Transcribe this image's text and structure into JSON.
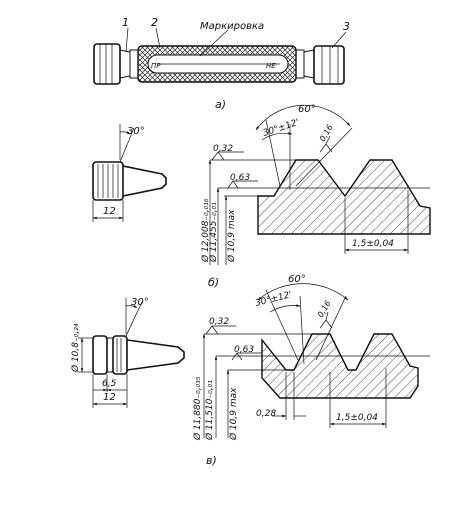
{
  "gauge": {
    "callout_1": "1",
    "callout_2": "2",
    "callout_3": "3",
    "marking_label": "Маркировка",
    "mark_go": "ПР",
    "mark_nogo": "НЕ",
    "caption": "а)"
  },
  "fig_b": {
    "chamfer_angle": "30°",
    "length": "12",
    "dia_outer": "Ø 12,008₋₀,₀₁₆",
    "dia_pitch": "Ø 11,455₋₀,₀₁",
    "dia_inner": "Ø 10,9 max",
    "roughness_top": "0,32",
    "roughness_mid": "0,63",
    "roughness_flank": "0,16",
    "thread_angle": "60°",
    "half_angle": "30°±12'",
    "pitch": "1,5±0,04",
    "caption": "б)"
  },
  "fig_v": {
    "chamfer_angle": "30°",
    "dia_neck": "Ø 10,8₋₀,₂₄",
    "length_short": "6,5",
    "length": "12",
    "dia_outer": "Ø 11,880₋₀,₀₃₅",
    "dia_pitch": "Ø 11,510₋₀,₀₁",
    "dia_inner": "Ø 10,9 max",
    "roughness_top": "0,32",
    "roughness_mid": "0,63",
    "roughness_flank": "0,16",
    "root_width": "0,28",
    "thread_angle": "60°",
    "half_angle": "30°±12'",
    "pitch": "1,5±0,04",
    "caption": "в)"
  }
}
